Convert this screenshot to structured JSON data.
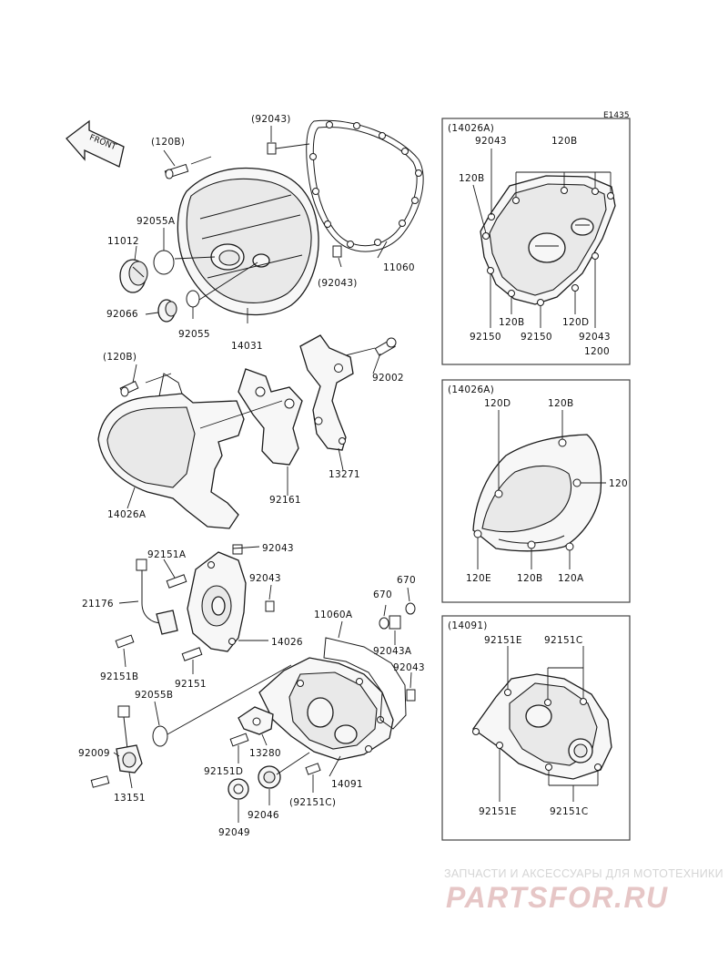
{
  "diagram_code": "E1435",
  "front_arrow": "FRONT",
  "main_labels": {
    "l_120b_top": "(120B)",
    "l_92043_top": "(92043)",
    "l_92055a": "92055A",
    "l_11012": "11012",
    "l_92066": "92066",
    "l_92055": "92055",
    "l_14031": "14031",
    "l_11060": "11060",
    "l_92043_mid": "(92043)",
    "l_120b_mid": "(120B)",
    "l_92002": "92002",
    "l_13271": "13271",
    "l_92161": "92161",
    "l_14026a": "14026A",
    "l_92151a": "92151A",
    "l_92043_a": "92043",
    "l_92043_b": "92043",
    "l_21176": "21176",
    "l_14026": "14026",
    "l_92151b": "92151B",
    "l_92151": "92151",
    "l_670_a": "670",
    "l_670_b": "670",
    "l_11060a": "11060A",
    "l_92043a": "92043A",
    "l_92043_c": "92043",
    "l_92055b": "92055B",
    "l_92009": "92009",
    "l_13151": "13151",
    "l_13280": "13280",
    "l_92151d": "92151D",
    "l_14091": "14091",
    "l_92151c_paren": "(92151C)",
    "l_92046": "92046",
    "l_92049": "92049"
  },
  "inset1": {
    "title": "(14026A)",
    "labels": [
      "92043",
      "120B",
      "120B",
      "120B",
      "120D",
      "92043",
      "1200",
      "92150",
      "92150"
    ]
  },
  "inset2": {
    "title": "(14026A)",
    "labels": [
      "120D",
      "120B",
      "120",
      "120E",
      "120B",
      "120A"
    ]
  },
  "inset3": {
    "title": "(14091)",
    "labels": [
      "92151E",
      "92151C",
      "92151E",
      "92151C"
    ]
  },
  "watermark": {
    "subtitle": "ЗАПЧАСТИ И АКСЕССУАРЫ ДЛЯ МОТОТЕХНИКИ",
    "logo": "PARTSFOR.RU"
  }
}
